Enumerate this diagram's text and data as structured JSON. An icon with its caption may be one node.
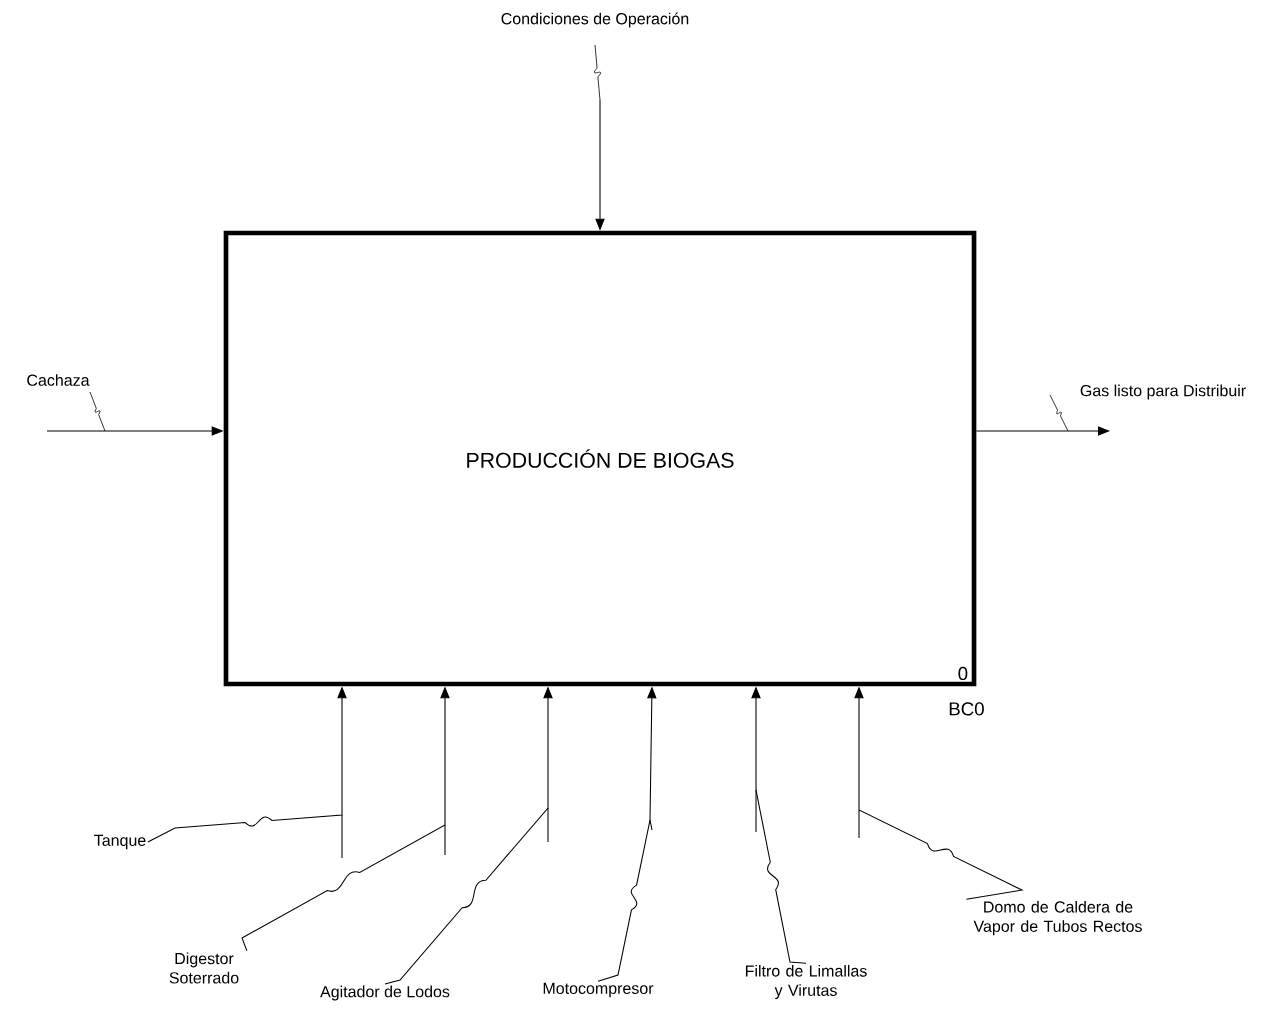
{
  "diagram": {
    "nodes": [
      {
        "text": [
          "PRODUCCIÓN DE BIOGAS",
          "0"
        ],
        "beside": [
          "BC0"
        ]
      },
      {
        "text": [
          "Tanque"
        ]
      },
      {
        "text": [
          "Digestor Soterrado"
        ]
      },
      {
        "text": [
          "Agitador de Lodos"
        ]
      },
      {
        "text": [
          "Motocompresor"
        ]
      },
      {
        "text": [
          "Filtro de Limallas y Virutas"
        ]
      },
      {
        "text": [
          "Domo de Caldera de Vapor de Tubos Rectos"
        ]
      }
    ],
    "edges": [
      {
        "from": null,
        "to": 0,
        "arrow": "to",
        "label": "Condiciones de Operación"
      },
      {
        "from": null,
        "to": 0,
        "arrow": "to",
        "label": "Cachaza"
      },
      {
        "from": 0,
        "to": null,
        "arrow": "to",
        "label": "Gas listo para Distribuir"
      },
      {
        "from": 1,
        "to": 0,
        "arrow": "to"
      },
      {
        "from": 2,
        "to": 0,
        "arrow": "to"
      },
      {
        "from": 3,
        "to": 0,
        "arrow": "to"
      },
      {
        "from": 4,
        "to": 0,
        "arrow": "to"
      },
      {
        "from": 5,
        "to": 0,
        "arrow": "to"
      },
      {
        "from": 6,
        "to": 0,
        "arrow": "to"
      }
    ]
  }
}
